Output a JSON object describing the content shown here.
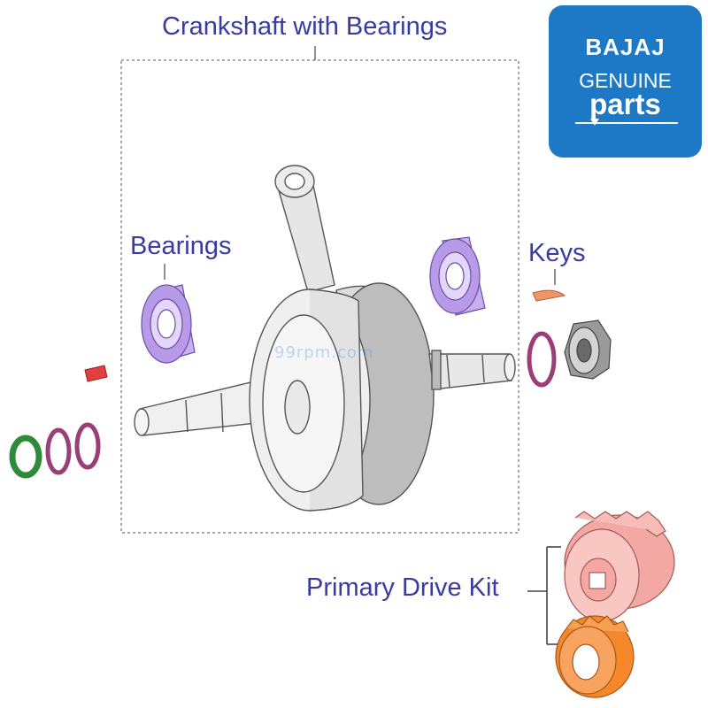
{
  "title": "Crankshaft with Bearings",
  "labels": {
    "bearings": "Bearings",
    "keys": "Keys",
    "primary_drive_kit": "Primary Drive Kit"
  },
  "logo": {
    "brand": "BAJAJ",
    "genuine": "GENUINE",
    "parts": "parts"
  },
  "watermark": "99rpm.com",
  "colors": {
    "label": "#3a3aa0",
    "logo_bg": "#1d78c5",
    "bearing": "#b79be8",
    "shim_magenta": "#9a3e78",
    "shim_green": "#2f8a3a",
    "key_orange": "#f0956a",
    "key_red": "#e04040",
    "gear_pink": "#f4a8a4",
    "gear_orange": "#f5882a"
  }
}
